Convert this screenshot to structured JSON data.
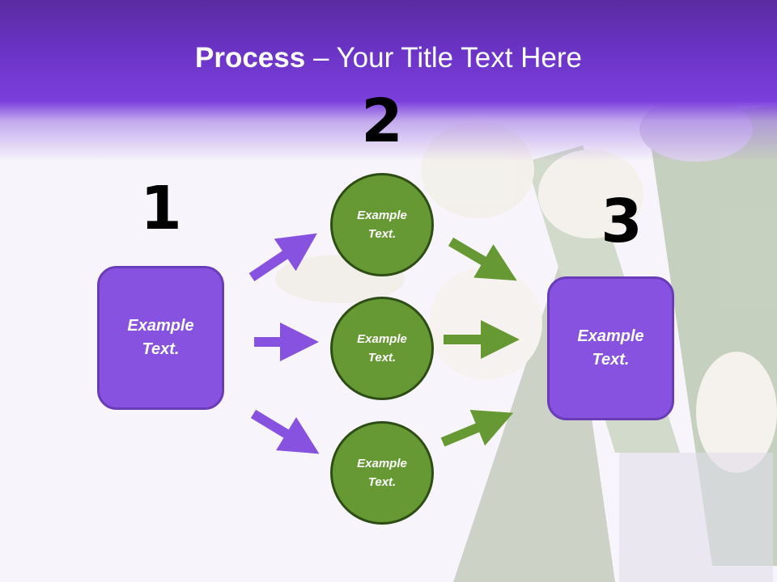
{
  "title": {
    "bold": "Process",
    "rest": " – Your Title Text Here"
  },
  "steps": [
    {
      "number": "1",
      "text": "Example Text."
    },
    {
      "number": "2",
      "items": [
        "Example Text.",
        "Example Text.",
        "Example Text."
      ]
    },
    {
      "number": "3",
      "text": "Example Text."
    }
  ],
  "colors": {
    "header": "#7b3fdc",
    "box": "#8752e0",
    "circle": "#669933",
    "purple_arrow": "#8752e0",
    "green_arrow": "#669933"
  }
}
